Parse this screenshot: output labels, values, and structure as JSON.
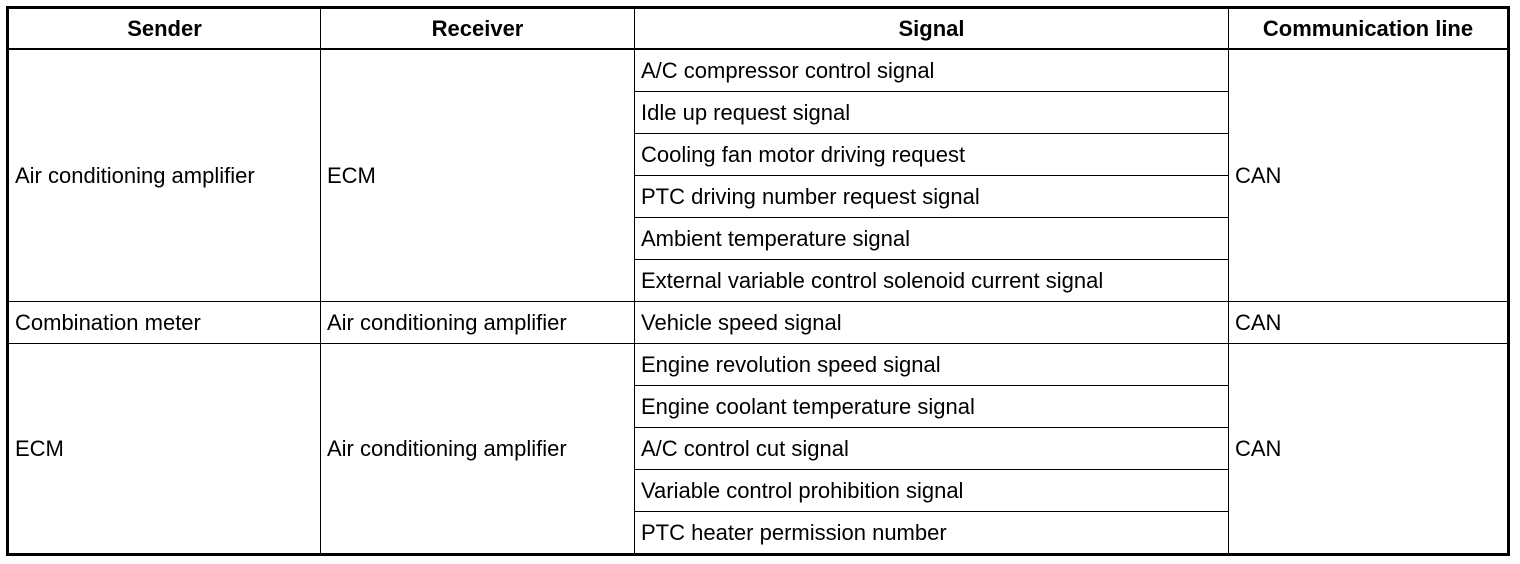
{
  "table": {
    "headers": {
      "sender": "Sender",
      "receiver": "Receiver",
      "signal": "Signal",
      "line": "Communication line"
    },
    "groups": [
      {
        "sender": "Air conditioning amplifier",
        "receiver": "ECM",
        "line": "CAN",
        "signals": [
          "A/C compressor control signal",
          "Idle up request signal",
          "Cooling fan motor driving request",
          "PTC driving number request signal",
          "Ambient temperature signal",
          "External variable control solenoid current signal"
        ]
      },
      {
        "sender": "Combination meter",
        "receiver": "Air conditioning amplifier",
        "line": "CAN",
        "signals": [
          "Vehicle speed signal"
        ]
      },
      {
        "sender": "ECM",
        "receiver": "Air conditioning amplifier",
        "line": "CAN",
        "signals": [
          "Engine revolution speed signal",
          "Engine coolant temperature signal",
          "A/C control cut signal",
          "Variable control prohibition signal",
          "PTC heater permission number"
        ]
      }
    ]
  }
}
